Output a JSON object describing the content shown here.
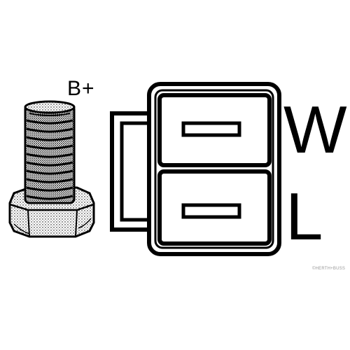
{
  "labels": {
    "battery_terminal": "B+",
    "pin_top": "W",
    "pin_bottom": "L"
  },
  "watermark": {
    "text": "©HERTH+BUSS"
  },
  "colors": {
    "ink": "#000000",
    "background": "#ffffff",
    "watermark": "#9a9a9a"
  },
  "icons": {
    "terminal_stud": "threaded-bolt-with-hex-nut",
    "connector": "two-pin-plug-connector"
  }
}
